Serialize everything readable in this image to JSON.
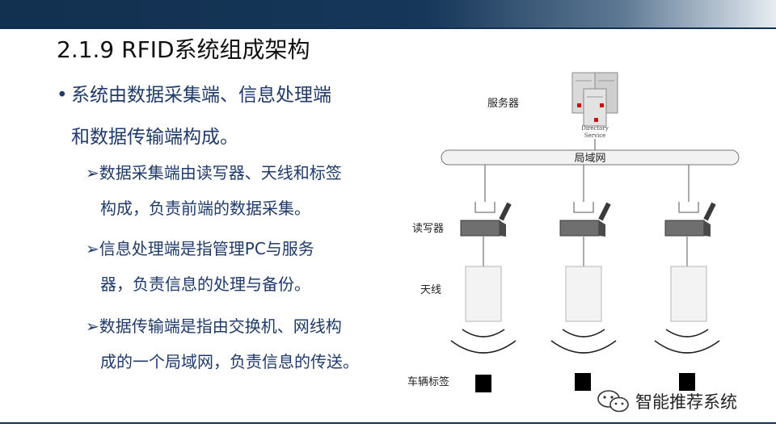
{
  "slide": {
    "title": "2.1.9 RFID系统组成架构",
    "bullet": {
      "line1": "系统由数据采集端、信息处理端",
      "line2": "和数据传输端构成。"
    },
    "subpoints": [
      {
        "line1": "数据采集端由读写器、天线和标签",
        "line2": "构成，负责前端的数据采集。"
      },
      {
        "line1": "信息处理端是指管理PC与服务",
        "line2": "器，负责信息的处理与备份。"
      },
      {
        "line1": "数据传输端是指由交换机、网线构",
        "line2": "成的一个局域网，负责信息的传送。"
      }
    ],
    "bullet_symbol": "•",
    "sub_symbol": "➢"
  },
  "diagram": {
    "server_label": "服务器",
    "server_caption_1": "Directory",
    "server_caption_2": "Service",
    "lan_label": "局域网",
    "reader_label": "读写器",
    "antenna_label": "天线",
    "tag_label": "车辆标签"
  },
  "watermark": {
    "text": "智能推荐系统",
    "icon": "wechat-icon"
  },
  "colors": {
    "header_dark": "#12304f",
    "bullet_text": "#1f3a6b"
  }
}
